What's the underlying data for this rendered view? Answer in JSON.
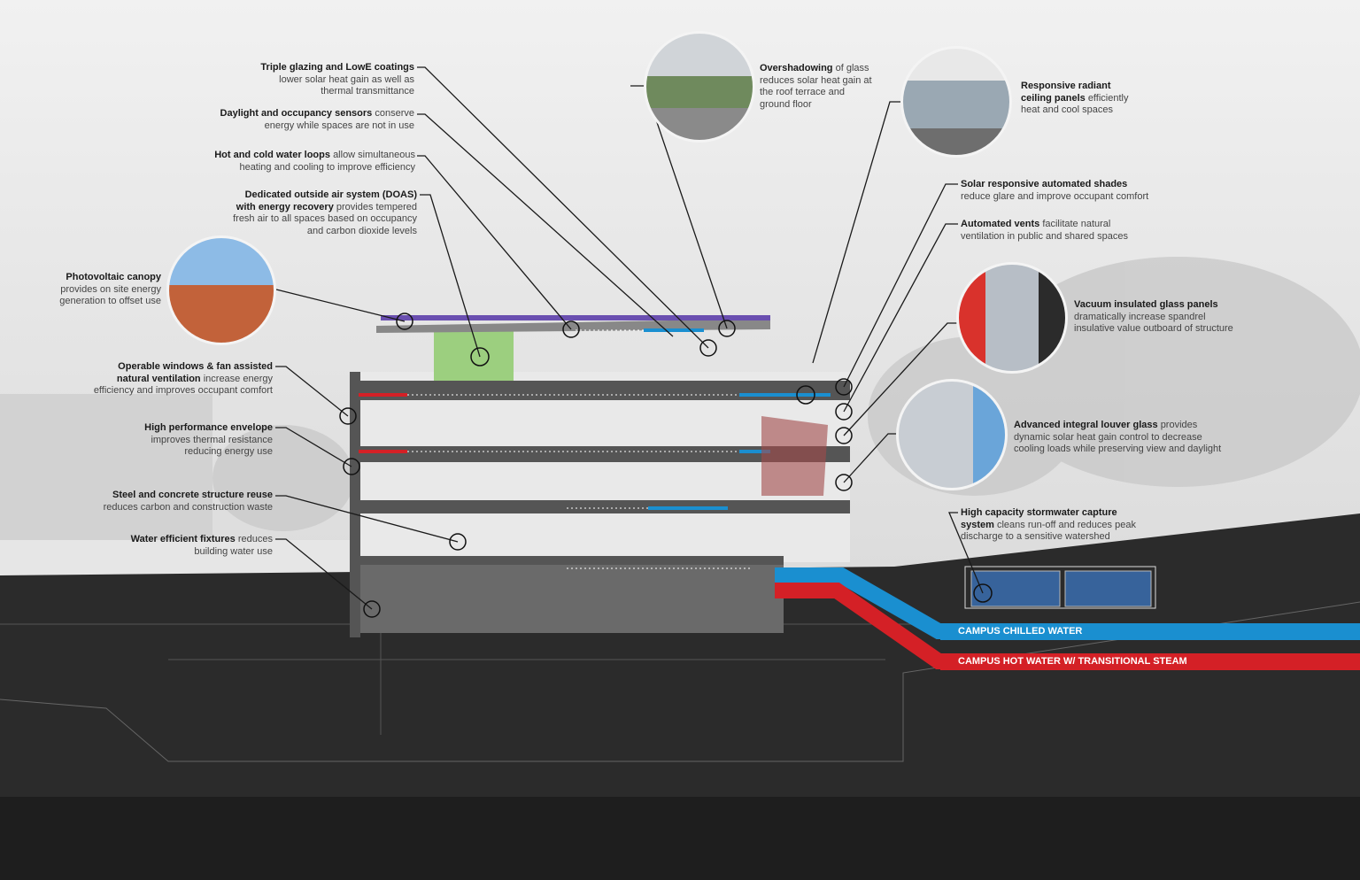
{
  "colors": {
    "chilled": "#1a8fd0",
    "hot": "#d42026",
    "pv": "#6a4fb0",
    "doas": "#9ccf7f",
    "ground": "#2a2a2a"
  },
  "callouts": {
    "triple": {
      "bold": "Triple glazing and LowE coatings",
      "rest": "lower solar heat gain as well as thermal transmittance"
    },
    "daylight": {
      "bold": "Daylight and occupancy sensors",
      "rest": "conserve energy while spaces are not in use"
    },
    "loops": {
      "bold": "Hot and cold water loops",
      "rest": "allow simultaneous heating and cooling to improve efficiency"
    },
    "doas": {
      "bold": "Dedicated outside air system (DOAS) with energy recovery",
      "rest": "provides tempered fresh air to all spaces based on occupancy and carbon dioxide levels"
    },
    "pv": {
      "bold": "Photovoltaic canopy",
      "rest": "provides on site energy generation to offset use"
    },
    "operable": {
      "bold": "Operable windows & fan assisted natural ventilation",
      "rest": "increase energy efficiency and improves occupant comfort"
    },
    "envelope": {
      "bold": "High performance envelope",
      "rest": "improves thermal resistance reducing energy use"
    },
    "structure": {
      "bold": "Steel and concrete structure reuse",
      "rest": "reduces carbon and construction waste"
    },
    "water": {
      "bold": "Water efficient fixtures",
      "rest": "reduces building water use"
    },
    "overshadow": {
      "bold": "Overshadowing",
      "rest": "of glass reduces solar heat gain at the roof terrace and ground floor"
    },
    "radiant": {
      "bold": "Responsive radiant ceiling panels",
      "rest": "efficiently heat and cool spaces"
    },
    "shades": {
      "bold": "Solar responsive automated shades",
      "rest": "reduce glare and improve occupant comfort"
    },
    "vents": {
      "bold": "Automated vents",
      "rest": "facilitate natural ventilation in public and shared spaces"
    },
    "vacuum": {
      "bold": "Vacuum insulated glass panels",
      "rest": "dramatically increase spandrel insulative value outboard of structure"
    },
    "louver": {
      "bold": "Advanced integral louver glass",
      "rest": "provides dynamic solar heat gain control to decrease cooling loads while preserving view and daylight"
    },
    "storm": {
      "bold": "High capacity stormwater capture system",
      "rest": "cleans run-off and reduces peak discharge to a sensitive watershed"
    }
  },
  "pipes": {
    "chilled": "CAMPUS CHILLED WATER",
    "hot": "CAMPUS HOT WATER W/ TRANSITIONAL STEAM"
  }
}
